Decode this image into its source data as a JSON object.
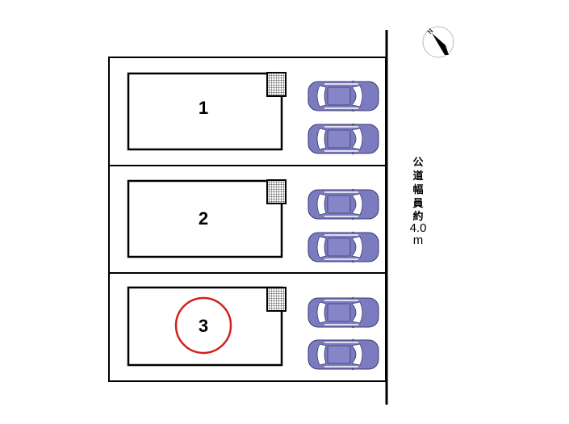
{
  "lots": [
    {
      "label": "1",
      "highlighted": false
    },
    {
      "label": "2",
      "highlighted": false
    },
    {
      "label": "3",
      "highlighted": true
    }
  ],
  "road": {
    "chars": [
      "公",
      "道",
      "幅",
      "員",
      "約"
    ],
    "width_value": "4.0",
    "unit": "m"
  },
  "compass": {
    "label": "N"
  },
  "colors": {
    "car": "#7b7bbf",
    "highlight": "#d42020",
    "line": "#000000"
  }
}
